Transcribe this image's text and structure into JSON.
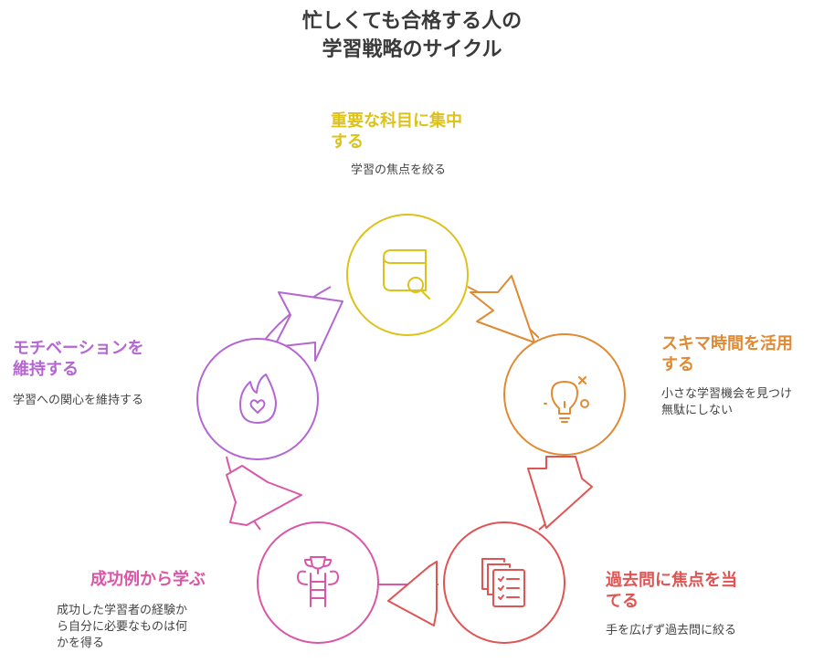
{
  "title": {
    "line1": "忙しくても合格する人の",
    "line2": "学習戦略のサイクル"
  },
  "colors": {
    "yellow": "#dcc21b",
    "orange": "#e08a33",
    "red": "#e05454",
    "pink": "#d957a6",
    "purple": "#b466d3"
  },
  "steps": [
    {
      "label1": "重要な科目に集中",
      "label2": "する",
      "desc1": "学習の焦点を絞る",
      "icon": "book-search-icon"
    },
    {
      "label1": "スキマ時間を活用",
      "label2": "する",
      "desc1": "小さな学習機会を見つけ",
      "desc2": "無駄にしない",
      "icon": "lightbulb-icon"
    },
    {
      "label1": "過去問に焦点を当",
      "label2": "てる",
      "desc1": "手を広げず過去問に絞る",
      "icon": "checklist-documents-icon"
    },
    {
      "label1": "成功例から学ぶ",
      "desc1": "成功した学習者の経験か",
      "desc2": "ら自分に必要なものは何",
      "desc3": "かを得る",
      "icon": "trophy-ladder-icon"
    },
    {
      "label1": "モチベーションを",
      "label2": "維持する",
      "desc1": "学習への関心を維持する",
      "icon": "heart-flame-icon"
    }
  ]
}
